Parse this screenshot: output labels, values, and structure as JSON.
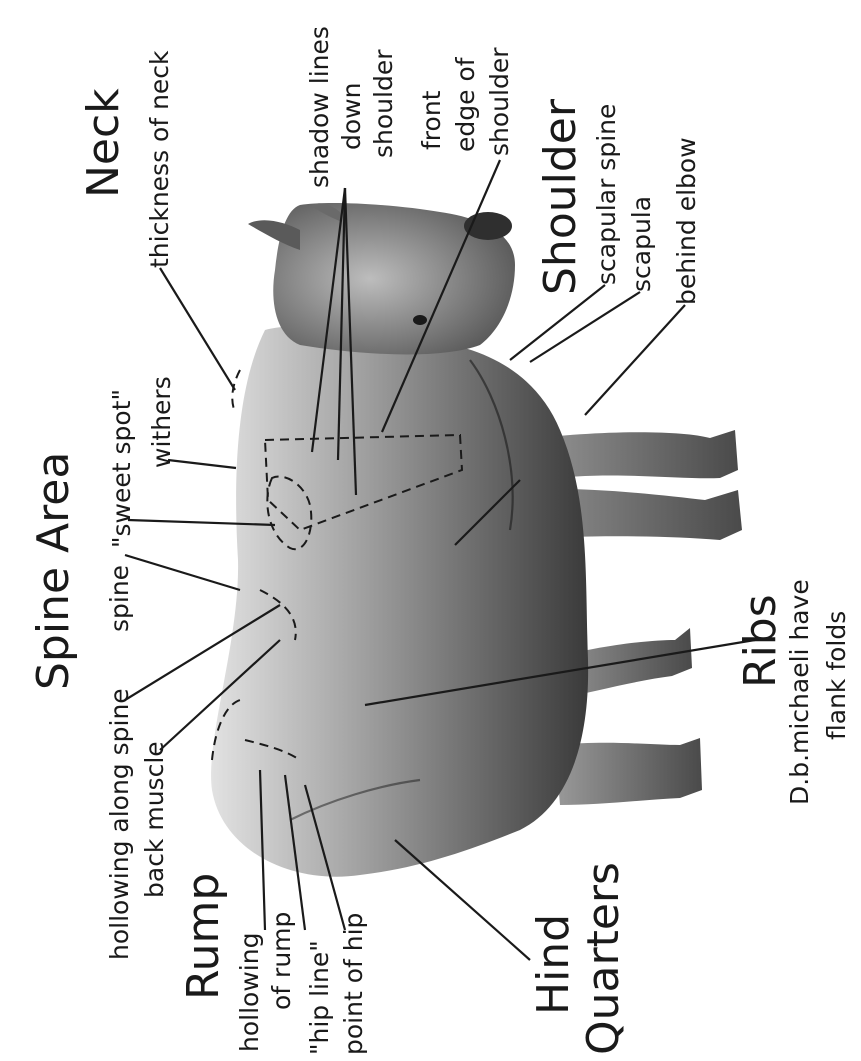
{
  "diagram": {
    "region_labels": {
      "neck": "Neck",
      "shoulder": "Shoulder",
      "spine_area": "Spine Area",
      "ribs": "Ribs",
      "rump": "Rump",
      "hind_quarters": [
        "Hind",
        "Quarters"
      ]
    },
    "feature_labels": {
      "thickness_of_neck": "thickness of neck",
      "shadow_lines_down_shoulder": [
        "shadow lines",
        "down",
        "shoulder"
      ],
      "front_edge_of_shoulder": [
        "front",
        "edge of",
        "shoulder"
      ],
      "scapular_spine": "scapular spine",
      "scapula": "scapula",
      "behind_elbow": "behind elbow",
      "sweet_spot": "\"sweet spot\"",
      "withers": "withers",
      "spine": "spine",
      "hollowing_along_spine": "hollowing along spine",
      "back_muscle": "back muscle",
      "hollowing_of_rump": [
        "hollowing",
        "of rump"
      ],
      "hip_line": "\"hip line\"",
      "point_of_hip": "point of hip",
      "flank_note": [
        "D.b.michaeli have",
        "flank folds"
      ]
    },
    "colors": {
      "ink": "#1a1a1a",
      "skin_light": "#d9d9d9",
      "skin_mid": "#8e8e8e",
      "skin_dark": "#3c3c3c"
    }
  }
}
